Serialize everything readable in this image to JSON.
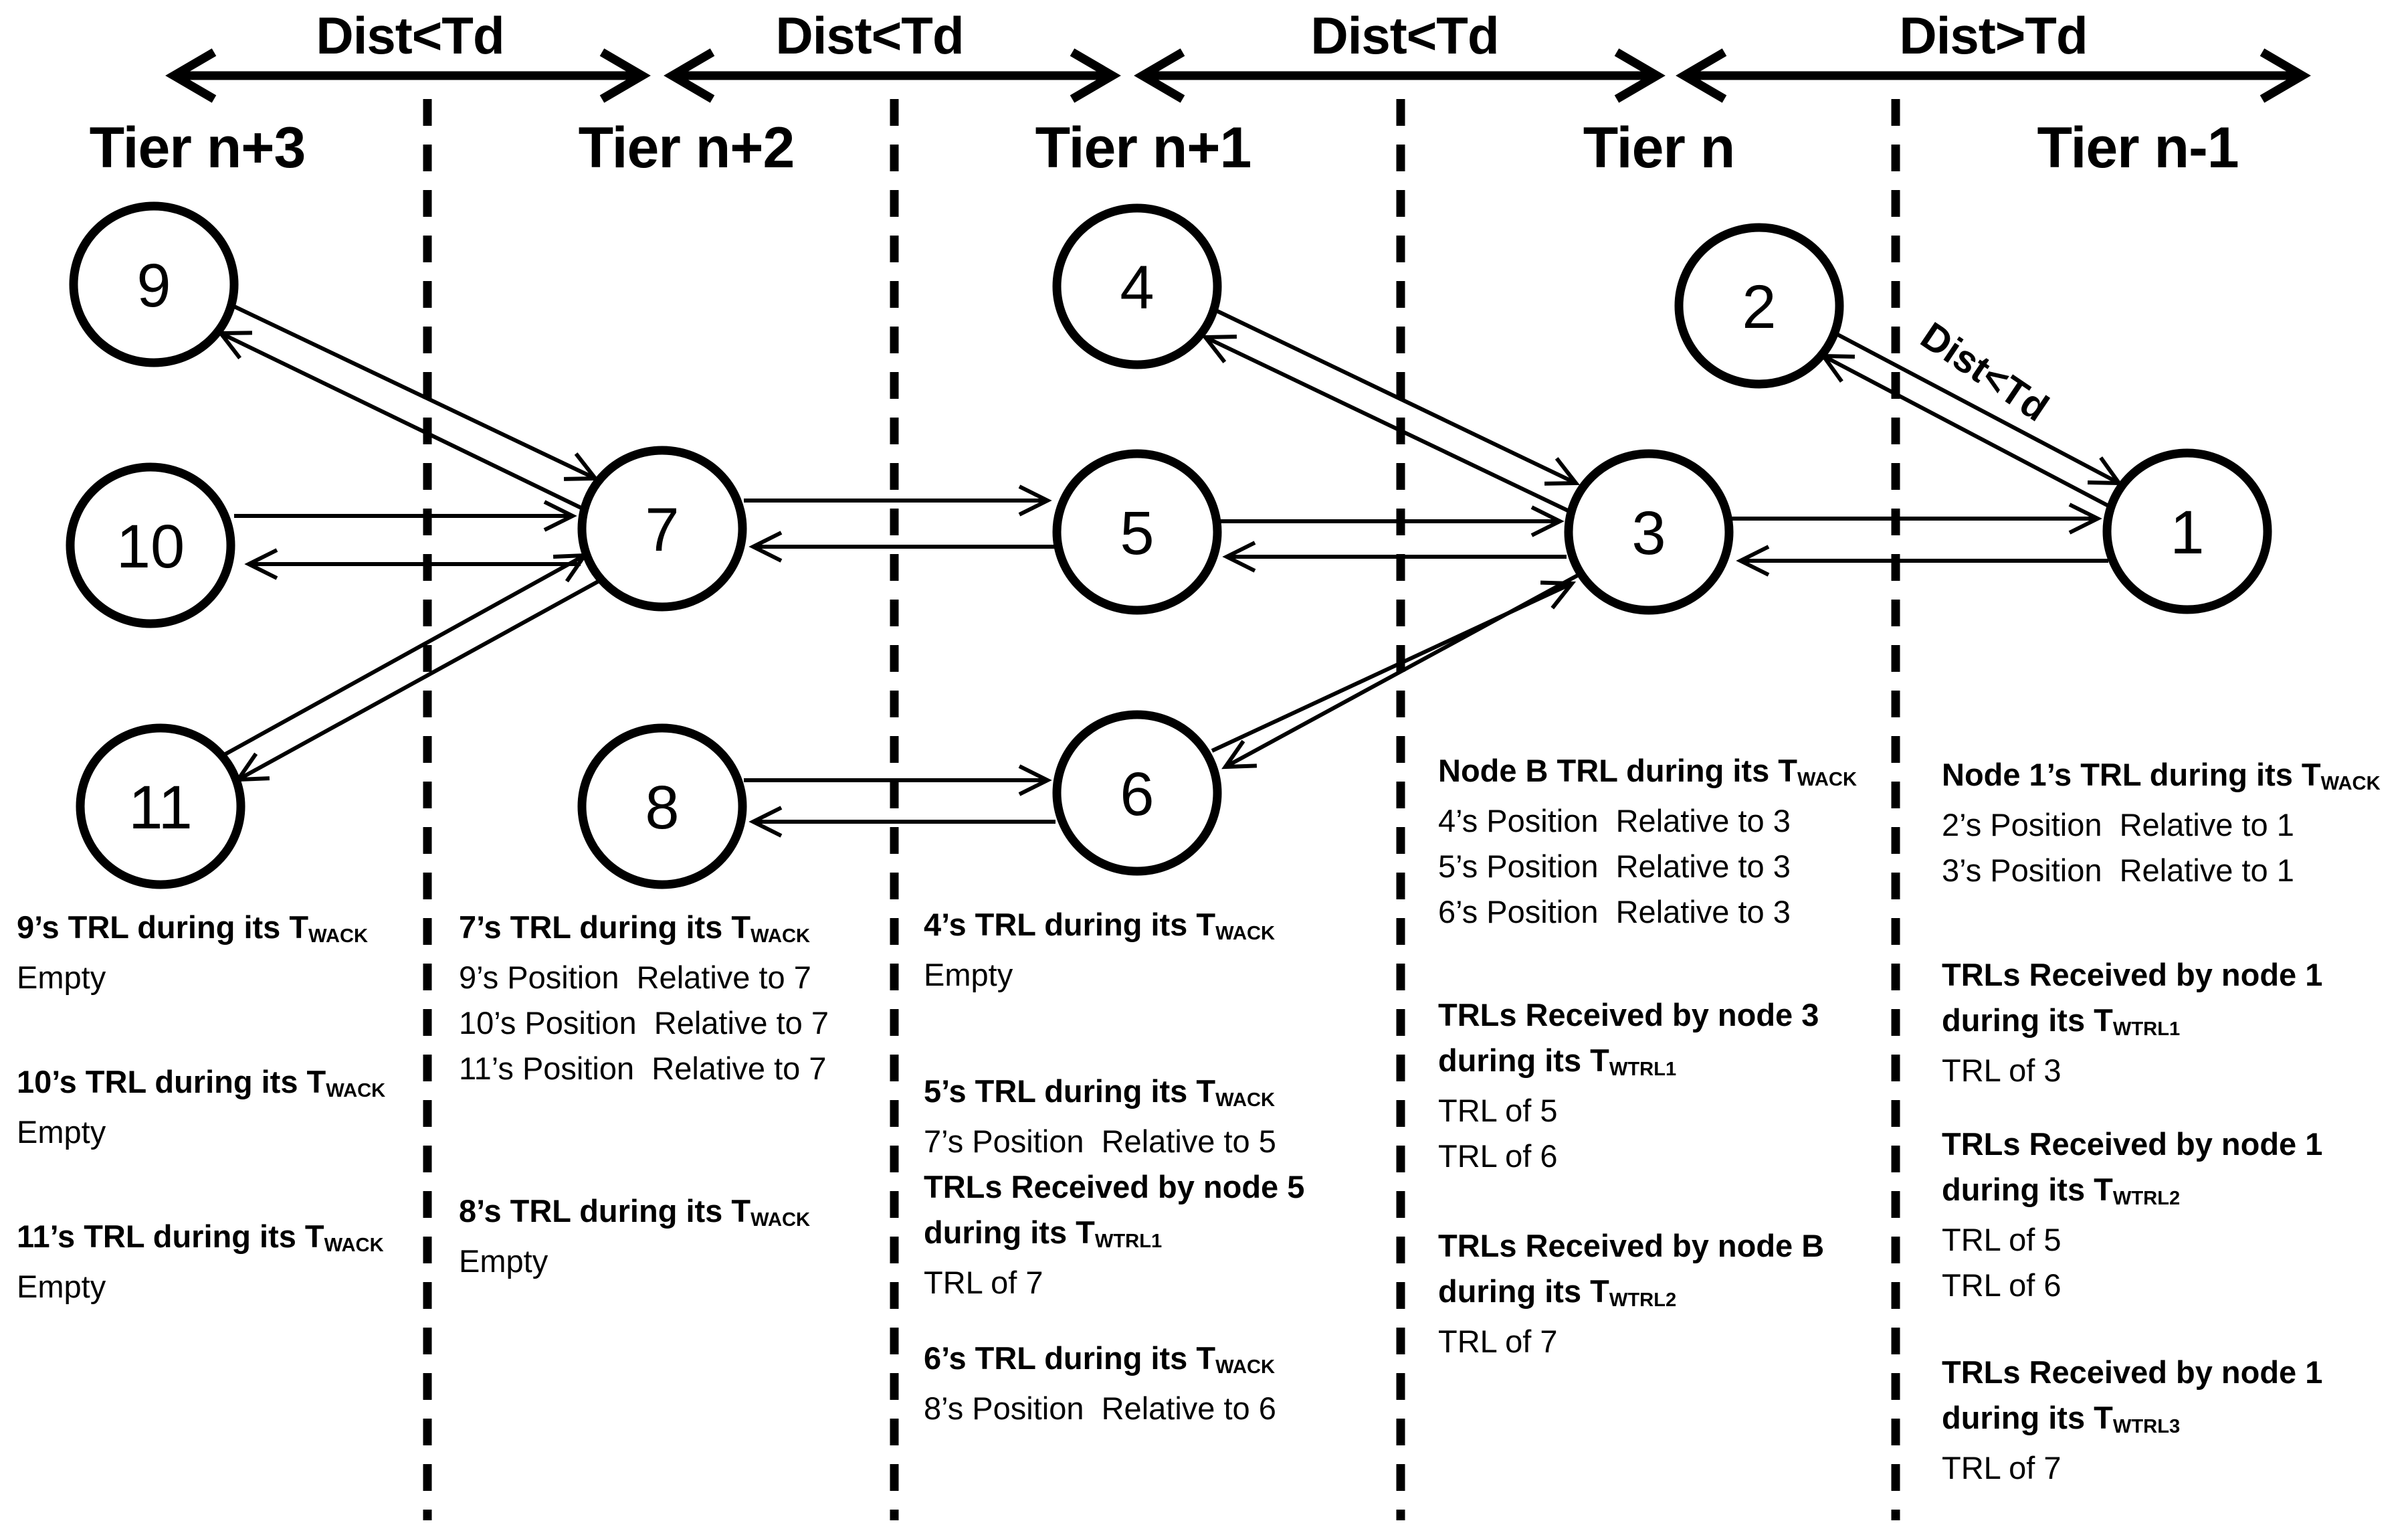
{
  "diagram": {
    "top_arrows": [
      {
        "label": "Dist<Td"
      },
      {
        "label": "Dist<Td"
      },
      {
        "label": "Dist<Td"
      },
      {
        "label": "Dist>Td"
      }
    ],
    "tier_labels": [
      "Tier n+3",
      "Tier n+2",
      "Tier n+1",
      "Tier n",
      "Tier n-1"
    ],
    "edge_label": "Dist<Td",
    "nodes": {
      "n1": "1",
      "n2": "2",
      "n3": "3",
      "n4": "4",
      "n5": "5",
      "n6": "6",
      "n7": "7",
      "n8": "8",
      "n9": "9",
      "n10": "10",
      "n11": "11"
    },
    "links": [
      "9-7",
      "10-7",
      "11-7",
      "7-5",
      "8-6",
      "4-3",
      "5-3",
      "6-3",
      "3-1",
      "2-1"
    ]
  },
  "columns": [
    {
      "name": "tier-n3",
      "blocks": [
        {
          "h": "9’s TRL during its T",
          "hsub": "WACK",
          "items": [
            "Empty"
          ]
        },
        {
          "h": "10’s TRL during its T",
          "hsub": "WACK",
          "items": [
            "Empty"
          ]
        },
        {
          "h": "11’s TRL during its T",
          "hsub": "WACK",
          "items": [
            "Empty"
          ]
        }
      ]
    },
    {
      "name": "tier-n2",
      "blocks": [
        {
          "h": "7’s TRL during its T",
          "hsub": "WACK",
          "items": [
            "9’s Position  Relative to 7",
            "10’s Position  Relative to 7",
            "11’s Position  Relative to 7"
          ]
        },
        {
          "h": "8’s TRL during its T",
          "hsub": "WACK",
          "items": [
            "Empty"
          ]
        }
      ]
    },
    {
      "name": "tier-n1plus",
      "blocks": [
        {
          "h": "4’s TRL during its T",
          "hsub": "WACK",
          "items": [
            "Empty"
          ]
        },
        {
          "h": "5’s TRL during its T",
          "hsub": "WACK",
          "items": [
            "7’s Position  Relative to 5"
          ]
        },
        {
          "h": "TRLs Received by node 5",
          "h2": "during its T",
          "h2sub": "WTRL1",
          "items": [
            "TRL of 7"
          ]
        },
        {
          "h": "6’s TRL during its T",
          "hsub": "WACK",
          "items": [
            "8’s Position  Relative to 6"
          ]
        }
      ]
    },
    {
      "name": "tier-n",
      "blocks": [
        {
          "h": "Node B TRL during its T",
          "hsub": "WACK",
          "items": [
            "4’s Position  Relative to 3",
            "5’s Position  Relative to 3",
            "6’s Position  Relative to 3"
          ]
        },
        {
          "h": "TRLs Received by node 3",
          "h2": "during its T",
          "h2sub": "WTRL1",
          "items": [
            "TRL of 5",
            "TRL of 6"
          ]
        },
        {
          "h": "TRLs Received by node B",
          "h2": "during its T",
          "h2sub": "WTRL2",
          "items": [
            "TRL of 7"
          ]
        }
      ]
    },
    {
      "name": "tier-n1minus",
      "blocks": [
        {
          "h": "Node 1’s TRL during its T",
          "hsub": "WACK",
          "items": [
            "2’s Position  Relative to 1",
            "3’s Position  Relative to 1"
          ]
        },
        {
          "h": "TRLs Received by node 1",
          "h2": "during its T",
          "h2sub": "WTRL1",
          "items": [
            "TRL of 3"
          ]
        },
        {
          "h": "TRLs Received by node 1",
          "h2": "during its T",
          "h2sub": "WTRL2",
          "items": [
            "TRL of 5",
            "TRL of 6"
          ]
        },
        {
          "h": "TRLs Received by node 1",
          "h2": "during its T",
          "h2sub": "WTRL3",
          "items": [
            "TRL of 7"
          ]
        }
      ]
    }
  ]
}
